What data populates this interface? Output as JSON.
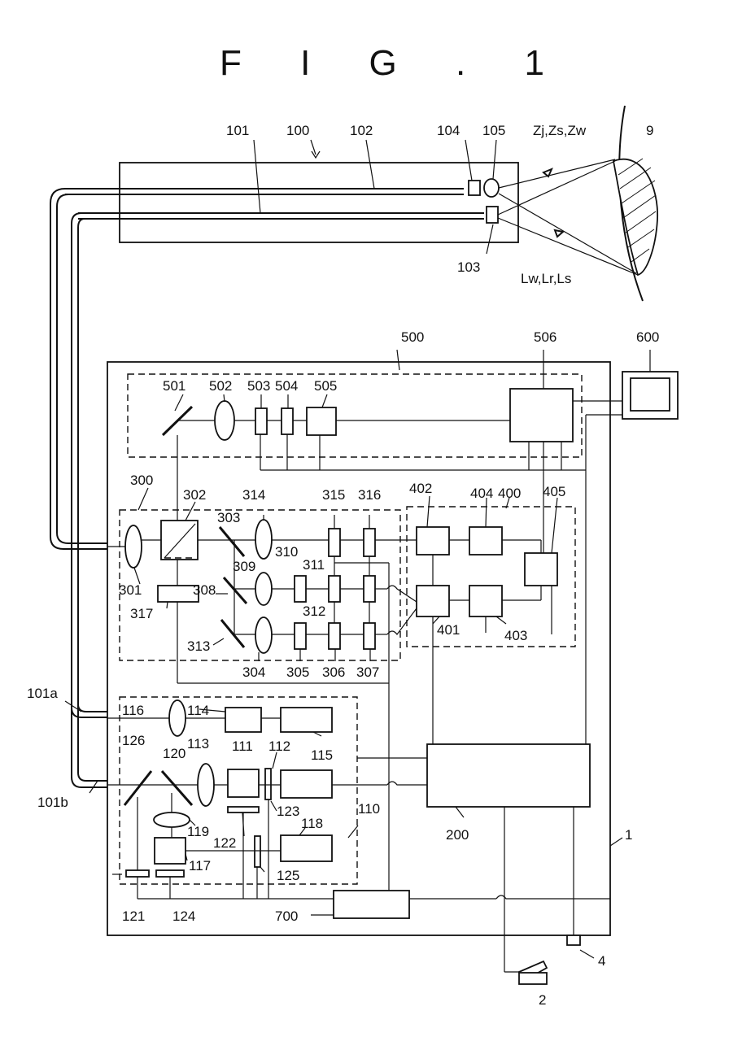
{
  "figure": {
    "title": "F I G . 1",
    "labels": {
      "l100": "100",
      "l101": "101",
      "l102": "102",
      "l103": "103",
      "l104": "104",
      "l105": "105",
      "lzj": "Zj,Zs,Zw",
      "l9": "9",
      "llw": "Lw,Lr,Ls",
      "l500": "500",
      "l506": "506",
      "l600": "600",
      "l501": "501",
      "l502": "502",
      "l503": "503",
      "l504": "504",
      "l505": "505",
      "l300": "300",
      "l302": "302",
      "l314": "314",
      "l315": "315",
      "l316": "316",
      "l402": "402",
      "l404": "404",
      "l400": "400",
      "l405": "405",
      "l303": "303",
      "l309": "309",
      "l310": "310",
      "l311": "311",
      "l312": "312",
      "l301": "301",
      "l308": "308",
      "l317": "317",
      "l313": "313",
      "l304": "304",
      "l305": "305",
      "l306": "306",
      "l307": "307",
      "l401": "401",
      "l403": "403",
      "l101a": "101a",
      "l101b": "101b",
      "l116": "116",
      "l114": "114",
      "l115": "115",
      "l126": "126",
      "l120": "120",
      "l113": "113",
      "l111": "111",
      "l112": "112",
      "l123": "123",
      "l110": "110",
      "l119": "119",
      "l118": "118",
      "l122": "122",
      "l117": "117",
      "l125": "125",
      "l200": "200",
      "l1": "1",
      "l121": "121",
      "l124": "124",
      "l700": "700",
      "l4": "4",
      "l2": "2"
    }
  }
}
